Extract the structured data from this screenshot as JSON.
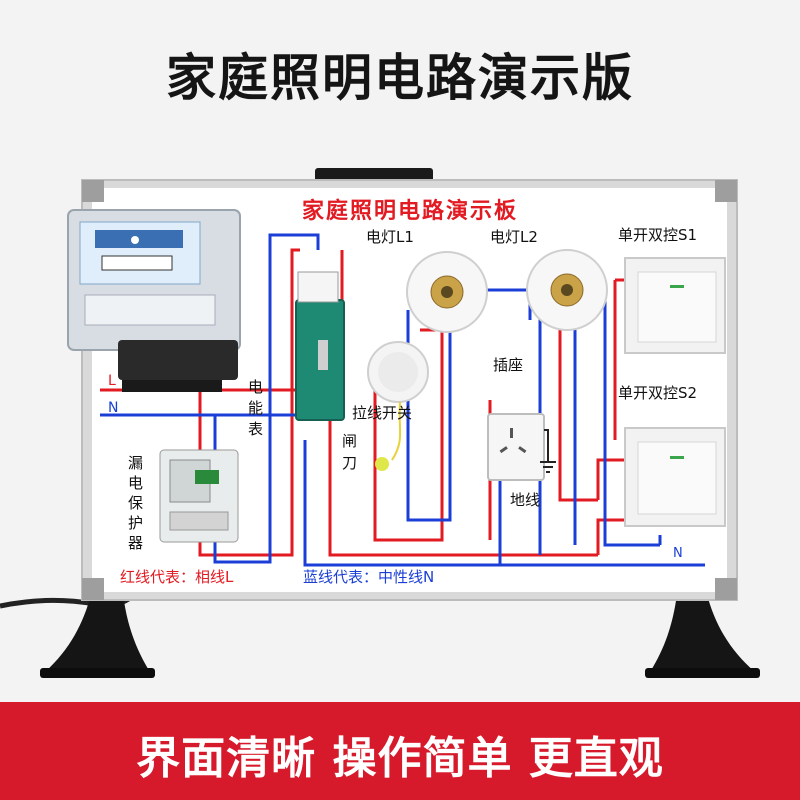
{
  "headline": "家庭照明电路演示版",
  "board": {
    "title": "家庭照明电路演示板",
    "lamp1": "电灯L1",
    "lamp2": "电灯L2",
    "switch1": "单开双控S1",
    "switch2": "单开双控S2",
    "meter": [
      "电",
      "能",
      "表"
    ],
    "rcd": [
      "漏",
      "电",
      "保",
      "护",
      "器"
    ],
    "knife": [
      "闸",
      "刀"
    ],
    "pull_switch": "拉线开关",
    "socket": "插座",
    "ground": "地线",
    "wire_L": "L",
    "wire_N": "N",
    "legend_red": "红线代表：相线L",
    "legend_blue": "蓝线代表：中性线N"
  },
  "slogan": "界面清晰 操作简单 更直观",
  "colors": {
    "phase_wire": "#e21a22",
    "neutral_wire": "#1b3fd6",
    "banner": "#d71a2b"
  }
}
